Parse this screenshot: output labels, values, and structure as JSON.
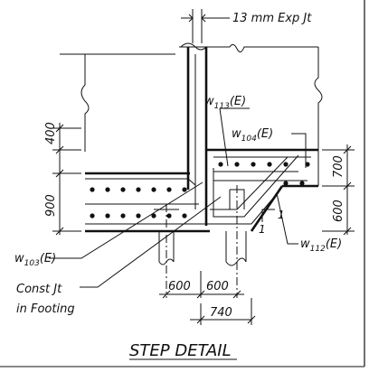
{
  "labels": {
    "exp_joint": "13 mm Exp Jt",
    "w113": "w",
    "w113_sub": "113",
    "w113_suffix": "(E)",
    "w104": "w",
    "w104_sub": "104",
    "w104_suffix": "(E)",
    "w103": "w",
    "w103_sub": "103",
    "w103_suffix": "(E)",
    "w112": "w",
    "w112_sub": "112",
    "w112_suffix": "(E)",
    "const_jt_line1": "Const Jt",
    "const_jt_line2": "in Footing",
    "slope_1a": "1",
    "slope_1b": "1"
  },
  "dimensions": {
    "d400": "400",
    "d900": "900",
    "d700": "700",
    "d600_right": "600",
    "d600_a": "600",
    "d600_b": "600",
    "d740": "740"
  },
  "title": "STEP DETAIL"
}
